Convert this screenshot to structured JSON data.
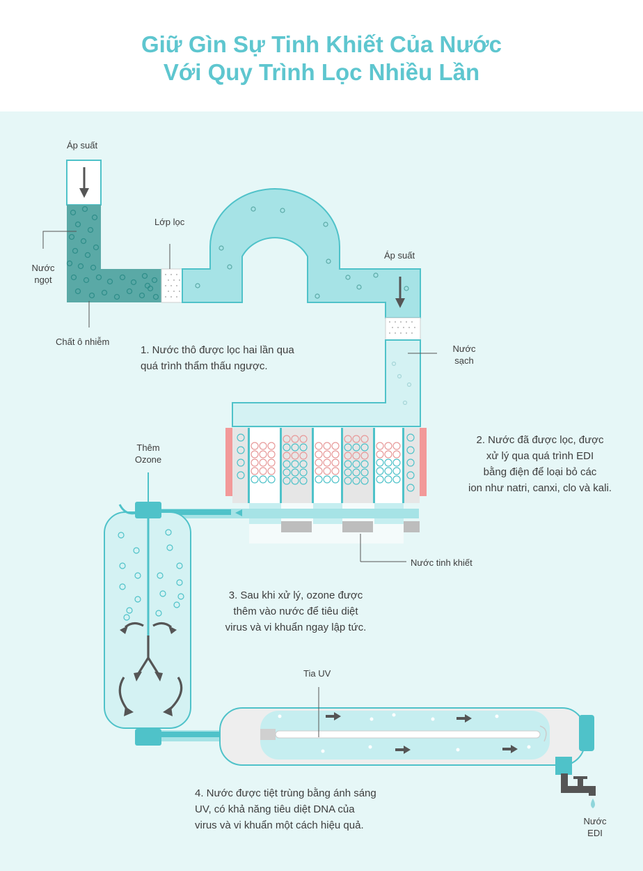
{
  "title": {
    "line1": "Giữ Gìn Sự Tinh Khiết Của Nước",
    "line2": "Với Quy Trình Lọc Nhiều Lần"
  },
  "labels": {
    "pressure1": "Áp suất",
    "fresh_water_1": "Nước",
    "fresh_water_2": "ngọt",
    "contaminants": "Chất ô nhiễm",
    "filter_layer": "Lớp lọc",
    "pressure2": "Áp suất",
    "clean_water_1": "Nước",
    "clean_water_2": "sạch",
    "add_ozone_1": "Thêm",
    "add_ozone_2": "Ozone",
    "pure_water": "Nước tinh khiết",
    "uv_ray": "Tia UV",
    "edi_water_1": "Nước",
    "edi_water_2": "EDI"
  },
  "steps": {
    "step1": [
      "1. Nước thô được lọc hai lần qua",
      "quá trình thẩm thấu ngược."
    ],
    "step2": [
      "2. Nước đã được lọc, được",
      "xử lý qua quá trình EDI",
      "bằng điện để loại bỏ các",
      "ion như natri, canxi, clo và kali."
    ],
    "step3": [
      "3. Sau khi xử lý, ozone được",
      "thêm vào nước để tiêu diệt",
      "virus và vi khuẩn ngay lập tức."
    ],
    "step4": [
      "4. Nước được tiệt trùng bằng ánh sáng",
      "UV, có khả năng tiêu diệt DNA của",
      "virus và vi khuẩn một cách hiệu quả."
    ]
  },
  "colors": {
    "title": "#5ec6cf",
    "panel_bg": "#e6f7f7",
    "pipe_fill": "#a6e3e6",
    "pipe_stroke": "#4fc2c9",
    "dark_teal": "#5aa9a6",
    "text": "#3d3d3d",
    "positive": "#f29999"
  },
  "icons": {
    "pressure_arrow": "down-arrow-icon",
    "flow_arrow": "right-arrow-icon",
    "faucet": "faucet-icon",
    "droplet": "water-drop-icon"
  }
}
